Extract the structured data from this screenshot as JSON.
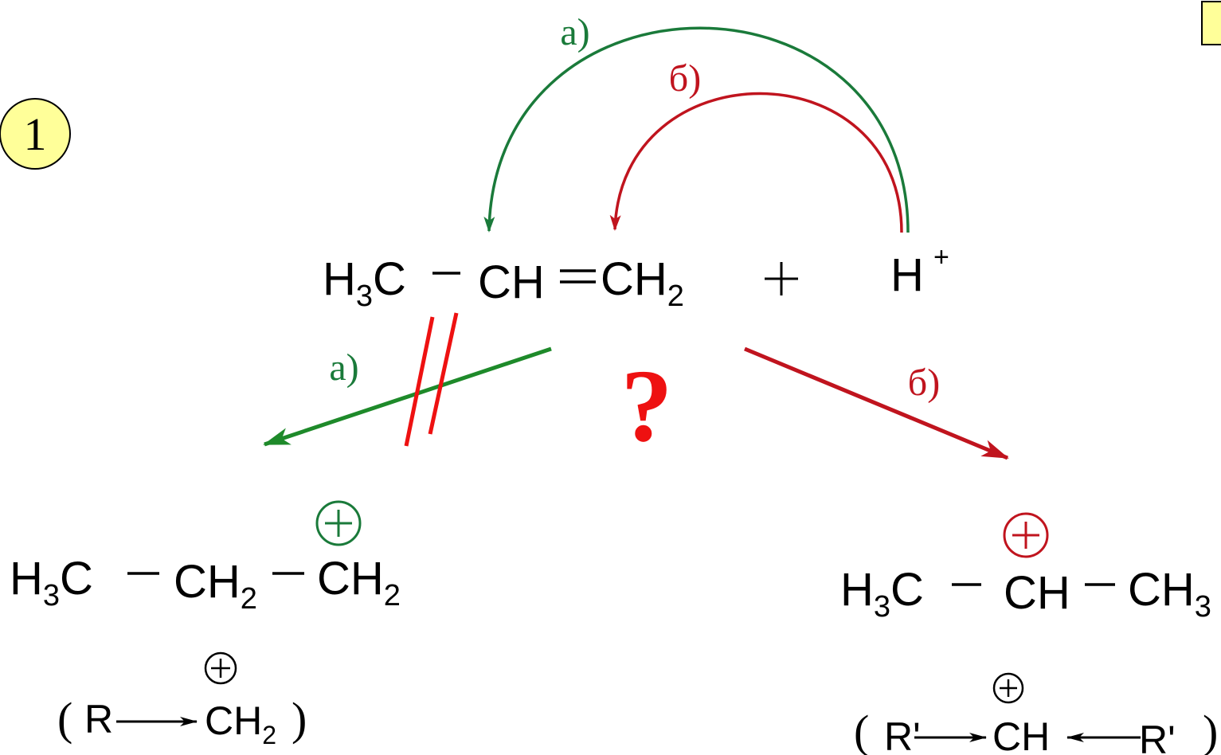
{
  "badge": {
    "number": "1",
    "fill": "#ffff99"
  },
  "labels": {
    "path_a": "а)",
    "path_b": "б)",
    "question": "?",
    "plus": "+"
  },
  "reactant": {
    "h3c": "H",
    "h3c_sub": "3",
    "h3c_c": "C",
    "bond1": "–",
    "ch": "CH",
    "double_bond": "=",
    "ch2": "CH",
    "ch2_sub": "2"
  },
  "proton": {
    "h": "H",
    "charge": "+"
  },
  "product_a": {
    "h3c": "H",
    "h3c_sub": "3",
    "h3c_c": "C",
    "bond1": "–",
    "ch2a": "CH",
    "ch2a_sub": "2",
    "bond2": "–",
    "ch2b": "CH",
    "ch2b_sub": "2",
    "charge": "+"
  },
  "product_a_note": {
    "open": "(",
    "r": "R",
    "ch2": "CH",
    "ch2_sub": "2",
    "close": ")",
    "charge": "+"
  },
  "product_b": {
    "h3c": "H",
    "h3c_sub": "3",
    "h3c_c": "C",
    "bond1": "–",
    "ch": "CH",
    "bond2": "–",
    "ch3": "CH",
    "ch3_sub": "3",
    "charge": "+"
  },
  "product_b_note": {
    "open": "(",
    "r1": "R'",
    "ch": "CH",
    "r2": "R'",
    "close": ")",
    "charge": "+"
  },
  "colors": {
    "green": "#1a7a3a",
    "green_arrow": "#1e8a2a",
    "red": "#c0141e",
    "bright_red": "#ee1111",
    "black": "#000000"
  }
}
